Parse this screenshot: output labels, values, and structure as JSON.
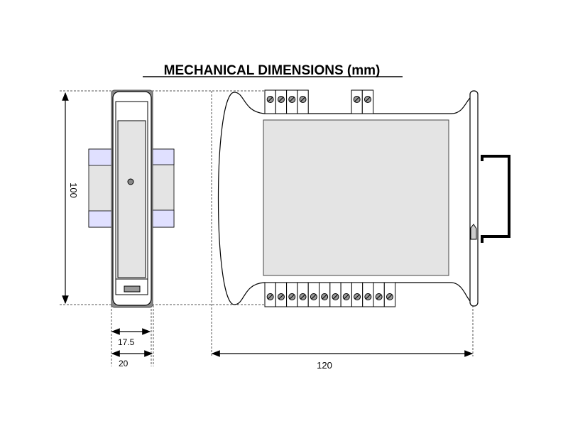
{
  "title": "MECHANICAL DIMENSIONS (mm)",
  "dimensions": {
    "height": "100",
    "width_inner": "17.5",
    "width_outer": "20",
    "depth": "120"
  },
  "terminals": {
    "top_left_count": 4,
    "top_right_count": 2,
    "bottom_count": 12
  },
  "colors": {
    "panel": "#e4e4e4",
    "clip": "#e0e0ff",
    "line": "#000000"
  }
}
